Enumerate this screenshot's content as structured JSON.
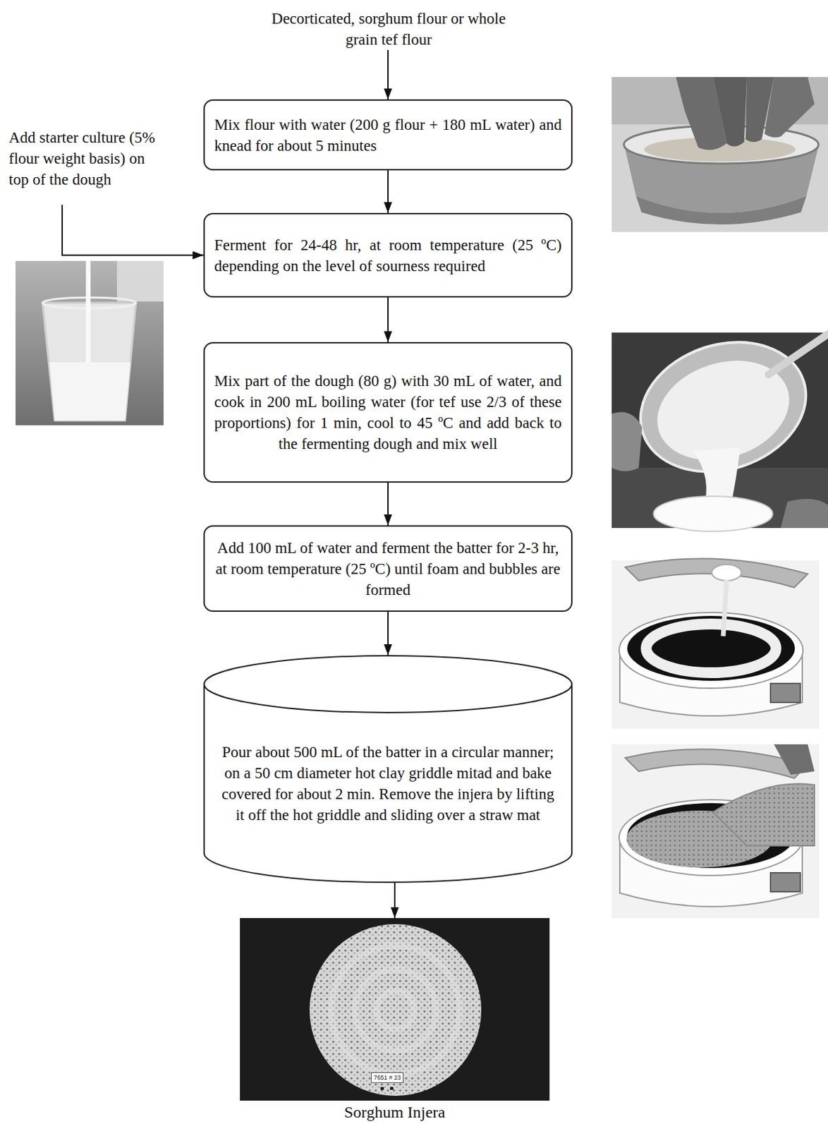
{
  "diagram": {
    "nodes": [
      {
        "text": [
          "Decorticated, sorghum flour or whole grain tef flour"
        ]
      },
      {
        "text": [
          "Mix flour with water (200 g flour + 180 mL water) and knead for about 5 minutes"
        ]
      },
      {
        "text": [
          "Add starter culture (5% flour weight basis) on top of the dough"
        ]
      },
      {
        "text": [
          "Ferment for 24-48 hr, at room temperature (25 ºC) depending on the level of sourness required"
        ]
      },
      {
        "text": [
          "Mix part of the dough (80 g) with 30 mL of water, and cook in 200 mL boiling water (for tef use 2/3 of these proportions) for 1 min, cool to 45 ºC and add back to the fermenting dough and mix well"
        ]
      },
      {
        "text": [
          "Add 100 mL of water and ferment the batter for 2-3 hr, at room temperature (25 ºC) until foam and bubbles are formed"
        ]
      },
      {
        "text": [
          "Pour about 500 mL of the batter in a circular manner; on a 50 cm diameter hot clay griddle mitad and bake covered for about 2 min. Remove the injera by lifting it off the hot griddle and sliding over a straw mat"
        ]
      },
      {
        "text": [
          "Sorghum Injera"
        ]
      }
    ],
    "edges": [
      {
        "from": 0,
        "to": 1,
        "arrow": "to"
      },
      {
        "from": 1,
        "to": 3,
        "arrow": "to"
      },
      {
        "from": 2,
        "to": 3,
        "arrow": "to"
      },
      {
        "from": 3,
        "to": 4,
        "arrow": "to"
      },
      {
        "from": 4,
        "to": 5,
        "arrow": "to"
      },
      {
        "from": 5,
        "to": 6,
        "arrow": "to"
      },
      {
        "from": 6,
        "to": 7,
        "arrow": "to"
      }
    ],
    "labels": [
      "7651 # 23"
    ]
  }
}
